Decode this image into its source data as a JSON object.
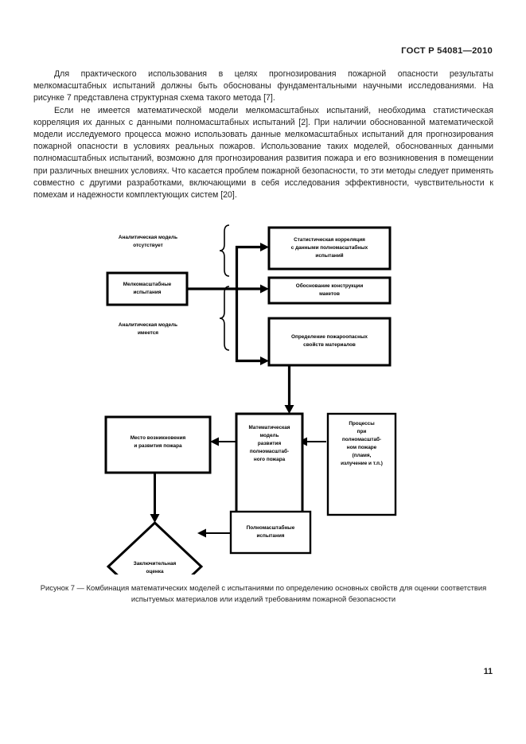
{
  "header": {
    "standard_number": "ГОСТ Р 54081—2010"
  },
  "body": {
    "paragraphs": [
      "Для практического использования в целях прогнозирования пожарной опасности результаты мелкомасштабных испытаний должны быть обоснованы фундаментальными научными исследованиями. На рисунке 7 представлена структурная схема такого метода [7].",
      "Если не имеется математической модели мелкомасштабных испытаний, необходима статистическая корреляция их данных с данными полномасштабных испытаний [2]. При наличии обоснованной математической модели исследуемого процесса можно использовать данные мелкомасштабных испытаний для прогнозирования пожарной опасности в условиях реальных пожаров. Использование таких моделей, обоснованных данными полномасштабных испытаний, возможно для прогнозирования развития пожара и его возникновения в помещении при различных внешних условиях. Что касается проблем пожарной безопасности, то эти методы следует применять совместно с другими разработками, включающими в себя исследования эффективности, чувствительности к помехам и надежности комплектующих систем [20]."
    ]
  },
  "figure": {
    "caption_line_1": "Рисунок 7 — Комбинация математических моделей с испытаниями по определению основных свойств для оценки",
    "caption_line_2": "соответствия испытуемых материалов или изделий требованиям пожарной безопасности",
    "labels": {
      "branch_top": [
        "Аналитическая модель",
        "отсутствует"
      ],
      "branch_bottom": [
        "Аналитическая модель",
        "имеется"
      ]
    },
    "nodes": {
      "small_scale_tests": [
        "Мелкомасштабные",
        "испытания"
      ],
      "statistical_correlation": [
        "Статистическая корреляция",
        "с данными полномасштабных",
        "испытаний"
      ],
      "mockup_justification": [
        "Обоснование конструкции",
        "макетов"
      ],
      "fire_hazard_properties": [
        "Определение пожароопасных",
        "свойств материалов"
      ],
      "math_model": [
        "Математическая",
        "модель",
        "развития",
        "полномасштаб-",
        "ного пожара"
      ],
      "processes": [
        "Процессы",
        "при",
        "полномасштаб-",
        "ном пожаре",
        "(пламя,",
        "излучение и т.п.)"
      ],
      "fire_origin_place": [
        "Место возникновения",
        "и развития пожара"
      ],
      "final_assessment": [
        "Заключительная",
        "оценка"
      ],
      "full_scale_tests": [
        "Полномасштабные",
        "испытания"
      ]
    },
    "colors": {
      "stroke": "#000000",
      "fill": "#ffffff"
    }
  },
  "footer": {
    "page_number": "11"
  }
}
